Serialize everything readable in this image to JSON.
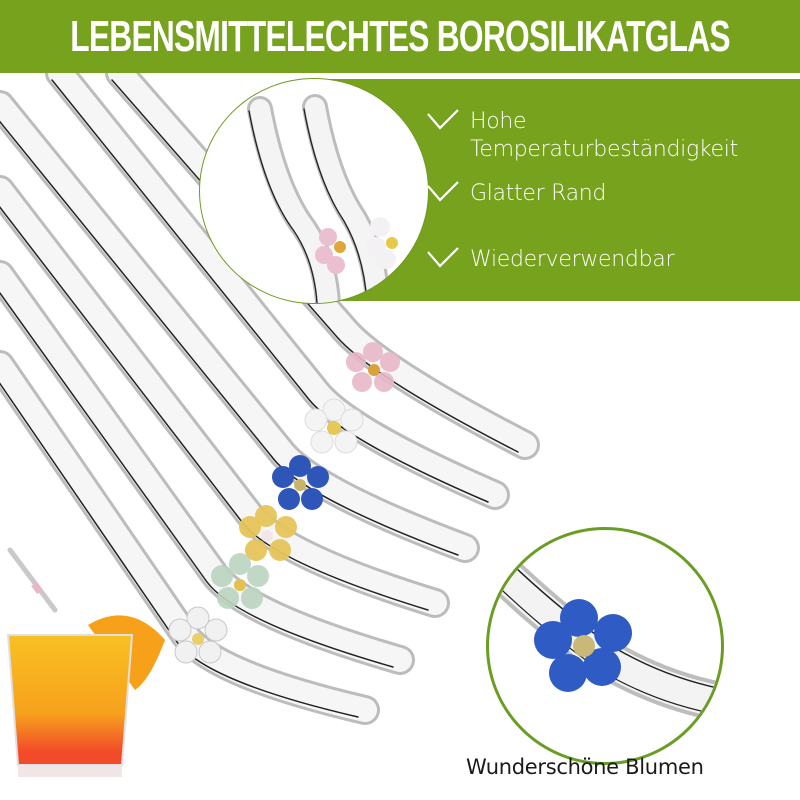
{
  "header": {
    "title": "LEBENSMITTELECHTES BOROSILIKATGLAS"
  },
  "features": {
    "items": [
      {
        "icon": "checkmark-icon",
        "line1": "Hohe",
        "line2": "Temperaturbeständigkeit"
      },
      {
        "icon": "checkmark-icon",
        "line1": "Glatter Rand",
        "line2": ""
      },
      {
        "icon": "checkmark-icon",
        "line1": "Wiederverwendbar",
        "line2": ""
      }
    ]
  },
  "detail": {
    "caption": "Wunderschöne Blumen"
  },
  "product": {
    "flower_colors": [
      "#e8b8c8",
      "#f4f4f4",
      "#2d56b8",
      "#e6c45a",
      "#b9d4bf",
      "#eeeeee"
    ],
    "count": 6
  },
  "colors": {
    "brand_green": "#76a21e",
    "text_on_green": "#ffffff",
    "caption_text": "#1a1a1a"
  }
}
